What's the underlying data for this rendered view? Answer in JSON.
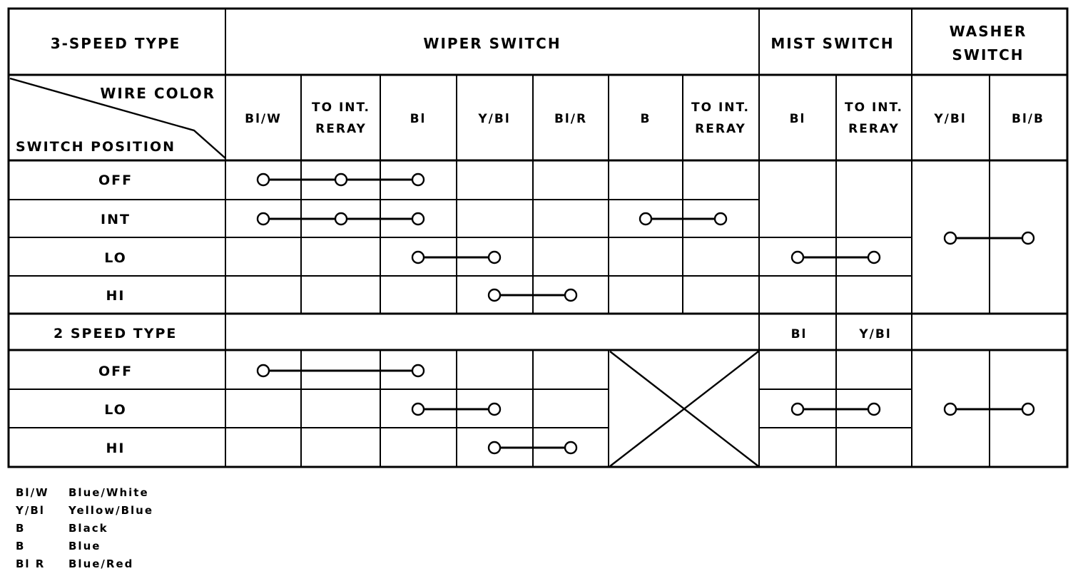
{
  "header": {
    "type_3speed": "3-SPEED TYPE",
    "wiper_switch": "WIPER SWITCH",
    "mist_switch": "MIST SWITCH",
    "washer_switch_line1": "WASHER",
    "washer_switch_line2": "SWITCH",
    "wire_color": "WIRE COLOR",
    "switch_position": "SWITCH POSITION"
  },
  "wire_columns": [
    [
      "Bl/W"
    ],
    [
      "TO INT.",
      "RERAY"
    ],
    [
      "Bl"
    ],
    [
      "Y/Bl"
    ],
    [
      "Bl/R"
    ],
    [
      "B"
    ],
    [
      "TO INT.",
      "RERAY"
    ],
    [
      "Bl"
    ],
    [
      "TO INT.",
      "RERAY"
    ],
    [
      "Y/Bl"
    ],
    [
      "Bl/B"
    ]
  ],
  "speed3": {
    "positions": [
      "OFF",
      "INT",
      "LO",
      "HI"
    ],
    "connections": [
      {
        "row": 0,
        "cols": [
          0,
          1,
          2
        ]
      },
      {
        "row": 1,
        "cols": [
          0,
          1,
          2
        ]
      },
      {
        "row": 1,
        "cols": [
          5,
          6
        ]
      },
      {
        "row": 2,
        "cols": [
          2,
          3
        ]
      },
      {
        "row": 2,
        "cols": [
          7,
          8
        ]
      },
      {
        "row": 3,
        "cols": [
          3,
          4
        ]
      },
      {
        "row": "1.5",
        "cols": [
          9,
          10
        ]
      }
    ]
  },
  "speed2": {
    "title": "2 SPEED TYPE",
    "mist_col_labels": [
      "Bl",
      "Y/Bl"
    ],
    "positions": [
      "OFF",
      "LO",
      "HI"
    ],
    "connections": [
      {
        "row": 0,
        "cols": [
          0,
          2
        ]
      },
      {
        "row": 1,
        "cols": [
          2,
          3
        ]
      },
      {
        "row": 1,
        "cols": [
          7,
          8
        ]
      },
      {
        "row": 1,
        "cols": [
          9,
          10
        ]
      },
      {
        "row": 2,
        "cols": [
          3,
          4
        ]
      }
    ]
  },
  "legend": [
    {
      "code": "Bl/W",
      "name": "Blue/White"
    },
    {
      "code": "Y/Bl",
      "name": "Yellow/Blue"
    },
    {
      "code": "B",
      "name": "Black"
    },
    {
      "code": "B",
      "name": "Blue"
    },
    {
      "code": "Bl R",
      "name": "Blue/Red"
    }
  ]
}
